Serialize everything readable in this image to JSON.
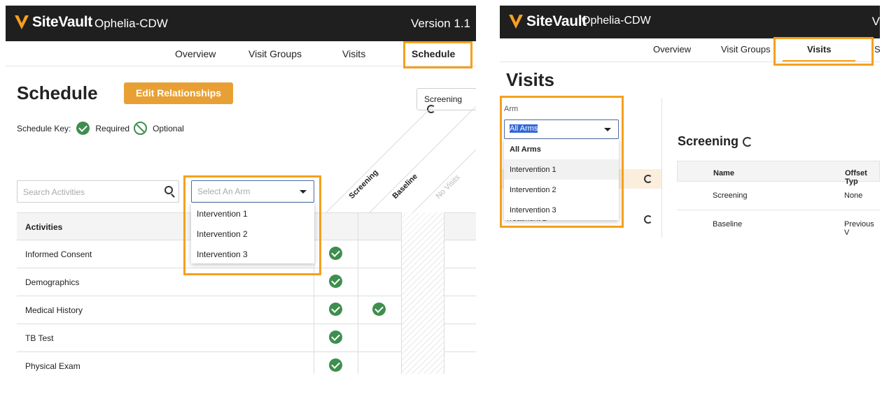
{
  "brand": {
    "name": "SiteVault",
    "study": "Ophelia-CDW",
    "version": "Version 1.1",
    "right_version_fragment": "V",
    "accent": "#f5a01e",
    "mark_color": "#f5a01e"
  },
  "nav": {
    "overview": "Overview",
    "visit_groups": "Visit Groups",
    "visits": "Visits",
    "schedule": "Schedule",
    "right_fragment": "S"
  },
  "schedule": {
    "title": "Schedule",
    "edit_button": "Edit Relationships",
    "key_label": "Schedule Key:",
    "required": "Required",
    "optional": "Optional",
    "search_placeholder": "Search Activities",
    "arm_placeholder": "Select An Arm",
    "arm_options": [
      "Intervention 1",
      "Intervention 2",
      "Intervention 3"
    ],
    "screening_pill": "Screening",
    "columns": [
      "Screening",
      "Baseline",
      "No Visits"
    ],
    "activities_header": "Activities",
    "activities": [
      {
        "name": "Informed Consent",
        "screening": true,
        "baseline": false
      },
      {
        "name": "Demographics",
        "screening": true,
        "baseline": false
      },
      {
        "name": "Medical History",
        "screening": true,
        "baseline": true
      },
      {
        "name": "TB Test",
        "screening": true,
        "baseline": false
      },
      {
        "name": "Physical Exam",
        "screening": true,
        "baseline": false
      }
    ]
  },
  "visits": {
    "title": "Visits",
    "arm_label": "Arm",
    "arm_value": "All Arms",
    "arm_options": [
      "All Arms",
      "Intervention 1",
      "Intervention 2",
      "Intervention 3"
    ],
    "hidden_item": "Treatment 2",
    "section_title": "Screening",
    "table_headers": {
      "name": "Name",
      "offset": "Offset Typ"
    },
    "rows": [
      {
        "name": "Screening",
        "offset": "None"
      },
      {
        "name": "Baseline",
        "offset": "Previous V"
      }
    ]
  }
}
